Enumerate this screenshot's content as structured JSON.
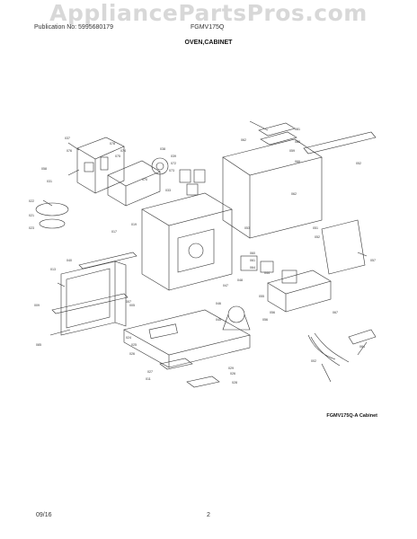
{
  "watermark": "AppliancePartsPros.com",
  "header": {
    "publication": "Publication No: 5995680179",
    "model": "FGMV175Q"
  },
  "section_title": "OVEN,CABINET",
  "diagram_caption": "FGMV175Q-A Cabinet",
  "footer": {
    "date": "09/16",
    "page": "2"
  },
  "part_labels": [
    "037",
    "078",
    "076",
    "074",
    "075",
    "038",
    "039",
    "072",
    "073",
    "070",
    "058",
    "031",
    "033",
    "022",
    "021",
    "023",
    "019",
    "017",
    "013",
    "040",
    "009",
    "007",
    "005",
    "085",
    "081",
    "080",
    "059",
    "066",
    "052",
    "062",
    "062",
    "051",
    "052",
    "057",
    "060",
    "061",
    "064",
    "048",
    "044",
    "047",
    "046",
    "045",
    "067",
    "084",
    "002",
    "024",
    "025",
    "026",
    "027",
    "011",
    "029",
    "026",
    "028",
    "053",
    "055",
    "056",
    "056"
  ]
}
